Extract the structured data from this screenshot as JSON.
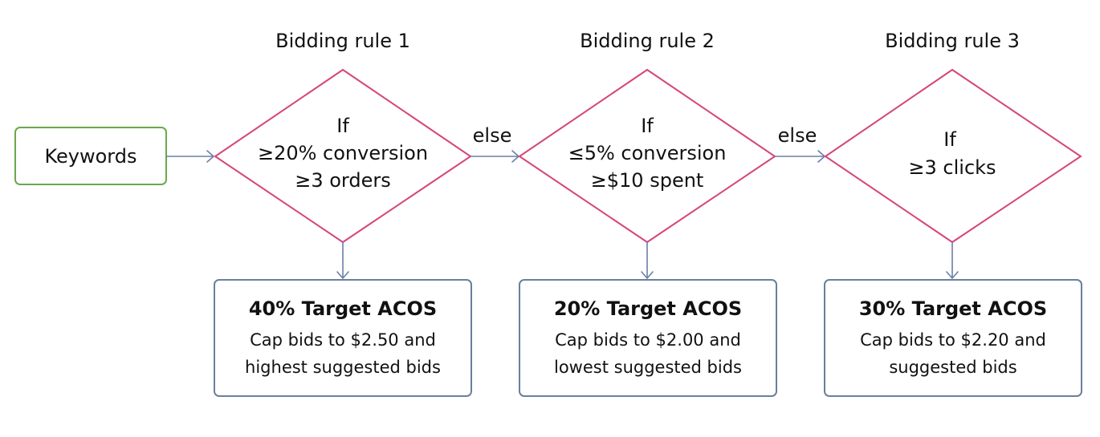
{
  "start": {
    "label": "Keywords",
    "color": "#6aa84f"
  },
  "else_label": "else",
  "colors": {
    "diamond": "#d6457a",
    "outcome_border": "#6a7f9e",
    "arrow": "#6a7fa8"
  },
  "rules": [
    {
      "title": "Bidding rule 1",
      "condition": [
        "If",
        "≥20% conversion",
        "≥3 orders"
      ],
      "outcome": {
        "title": "40% Target ACOS",
        "lines": [
          "Cap bids to $2.50 and",
          "highest suggested bids"
        ]
      }
    },
    {
      "title": "Bidding rule 2",
      "condition": [
        "If",
        "≤5% conversion",
        "≥$10 spent"
      ],
      "outcome": {
        "title": "20% Target ACOS",
        "lines": [
          "Cap bids to $2.00 and",
          "lowest suggested bids"
        ]
      }
    },
    {
      "title": "Bidding rule 3",
      "condition": [
        "If",
        "≥3 clicks"
      ],
      "outcome": {
        "title": "30% Target ACOS",
        "lines": [
          "Cap bids to $2.20 and",
          "suggested bids"
        ]
      }
    }
  ]
}
